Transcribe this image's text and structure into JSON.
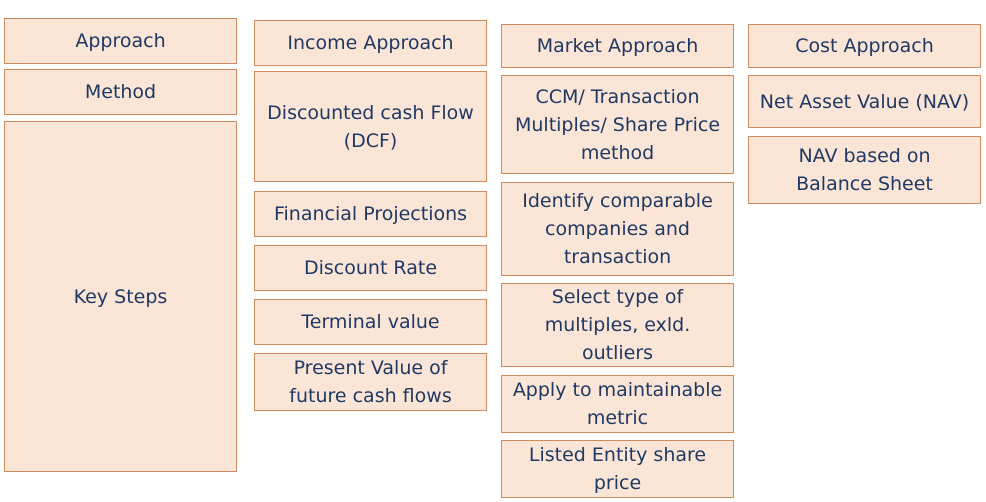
{
  "rows": {
    "approach_label": "Approach",
    "method_label": "Method",
    "key_steps_label": "Key Steps"
  },
  "income": {
    "approach": "Income Approach",
    "method": "Discounted cash Flow\n(DCF)",
    "steps": [
      "Financial Projections",
      "Discount Rate",
      "Terminal value",
      "Present Value of\nfuture cash flows"
    ]
  },
  "market": {
    "approach": "Market Approach",
    "method": "CCM/ Transaction\nMultiples/ Share Price\nmethod",
    "steps": [
      "Identify comparable\ncompanies and\ntransaction",
      "Select type of\nmultiples, exld.\noutliers",
      "Apply to maintainable\nmetric",
      "Listed Entity share\nprice"
    ]
  },
  "cost": {
    "approach": "Cost Approach",
    "method": "Net Asset Value (NAV)",
    "steps": [
      "NAV based on\nBalance Sheet"
    ]
  }
}
